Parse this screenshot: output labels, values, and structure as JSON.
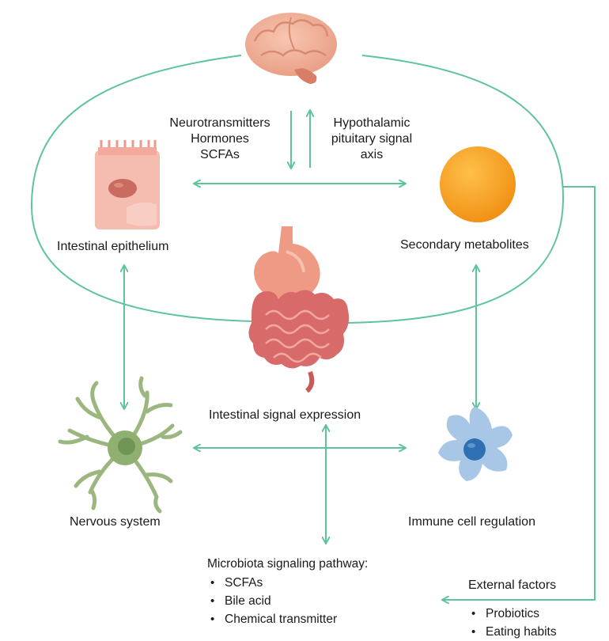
{
  "colors": {
    "arrow": "#5fc49a",
    "brain": "#f0b09a",
    "epithelium": "#f2b3a8",
    "nucleus": "#c9685c",
    "metabolite": "#f5a021",
    "stomach": "#ef9b86",
    "intestine": "#d86a6a",
    "neuron": "#8fb071",
    "immune_cell": "#a8c6e6",
    "immune_nucleus": "#2f6fb3"
  },
  "icons": {
    "brain": "brain-icon",
    "epithelium": "epithelial-cell-icon",
    "metabolite": "metabolite-sphere-icon",
    "gut": "stomach-intestine-icon",
    "neuron": "neuron-icon",
    "immune": "immune-cell-icon"
  },
  "labels": {
    "down_signals": [
      "Neurotransmitters",
      "Hormones",
      "SCFAs"
    ],
    "up_signal": [
      "Hypothalamic",
      "pituitary signal",
      "axis"
    ],
    "epithelium": "Intestinal epithelium",
    "metabolites": "Secondary metabolites",
    "gut_expression": "Intestinal signal expression",
    "nervous": "Nervous system",
    "immune": "Immune cell regulation",
    "microbiota_title": "Microbiota signaling pathway:",
    "microbiota_items": [
      "SCFAs",
      "Bile acid",
      "Chemical transmitter"
    ],
    "external_title": "External factors",
    "external_items": [
      "Probiotics",
      "Eating habits"
    ]
  }
}
